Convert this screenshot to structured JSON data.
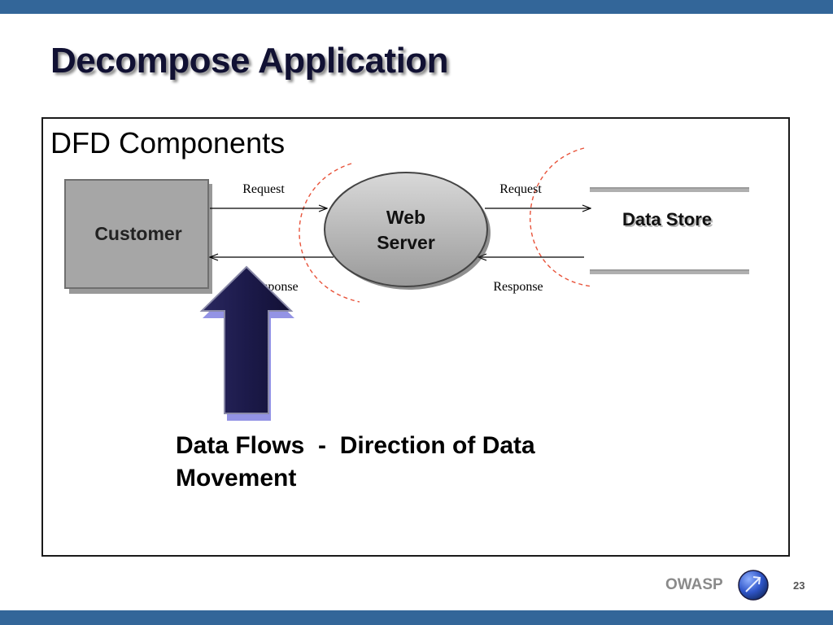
{
  "slide": {
    "title": "Decompose Application",
    "subtitle": "DFD Components",
    "caption": "Data Flows  -  Direction of Data\nMovement",
    "footer_brand": "OWASP",
    "page_number": "23"
  },
  "diagram": {
    "customer_label": "Customer",
    "web_server_label_line1": "Web",
    "web_server_label_line2": "Server",
    "data_store_label": "Data Store",
    "left_request_label": "Request",
    "left_response_label": "Response",
    "right_request_label": "Request",
    "right_response_label": "Response"
  },
  "colors": {
    "bar": "#336699",
    "customer_fill": "#a6a6a6",
    "server_fill": "#b5b5b5",
    "trust_boundary": "#e8533a",
    "arrow_fill": "#1c1a4a",
    "arrow_glow": "#3a3ad0"
  }
}
